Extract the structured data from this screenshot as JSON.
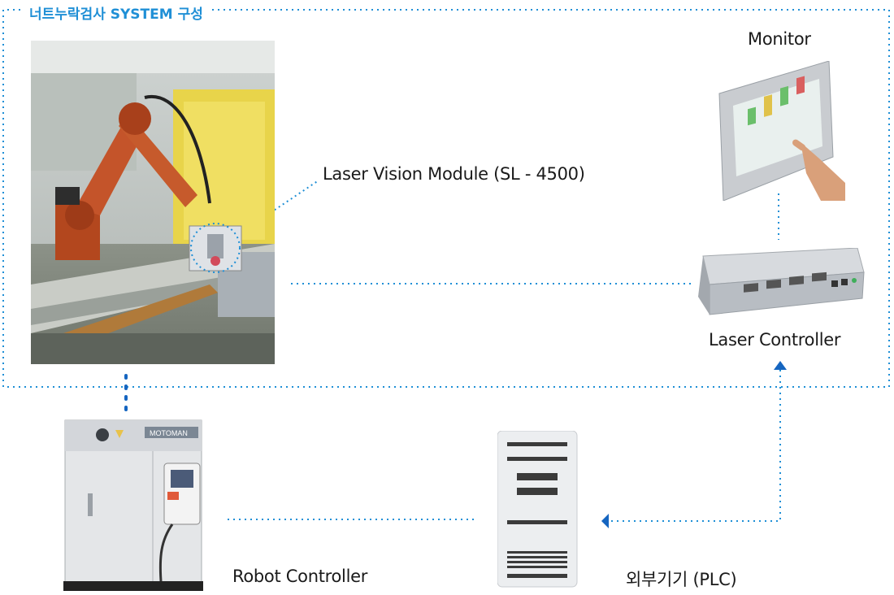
{
  "title": "너트누락검사 SYSTEM 구성",
  "labels": {
    "laser_vision_module": "Laser Vision Module (SL - 4500)",
    "monitor": "Monitor",
    "laser_controller": "Laser Controller",
    "robot_controller": "Robot Controller",
    "plc": "외부기기 (PLC)"
  },
  "robot_brand": "MOTOMAN",
  "colors": {
    "dotted_line": "#1f8fd6",
    "arrow": "#1565c0",
    "title": "#1f8fd6"
  },
  "icons": [
    "robot-cell-photo",
    "monitor-touch-panel",
    "laser-controller-box",
    "robot-controller-cabinet",
    "plc-server-tower"
  ]
}
